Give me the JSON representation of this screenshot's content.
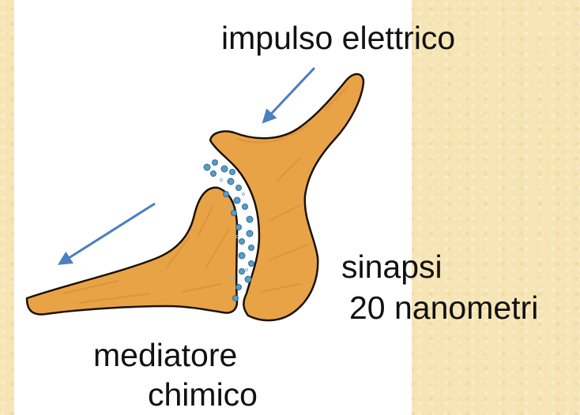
{
  "labels": {
    "impulse": "impulso elettrico",
    "synapse": "sinapsi",
    "distance": "20 nanometri",
    "mediator_line1": "mediatore",
    "mediator_line2": "chimico"
  },
  "colors": {
    "background": "#f6e4b4",
    "panel": "#ffffff",
    "neuron_fill": "#e9a347",
    "neuron_outline": "#1a1208",
    "arrow": "#4a7fc1",
    "vesicle": "#4d8fb8"
  }
}
